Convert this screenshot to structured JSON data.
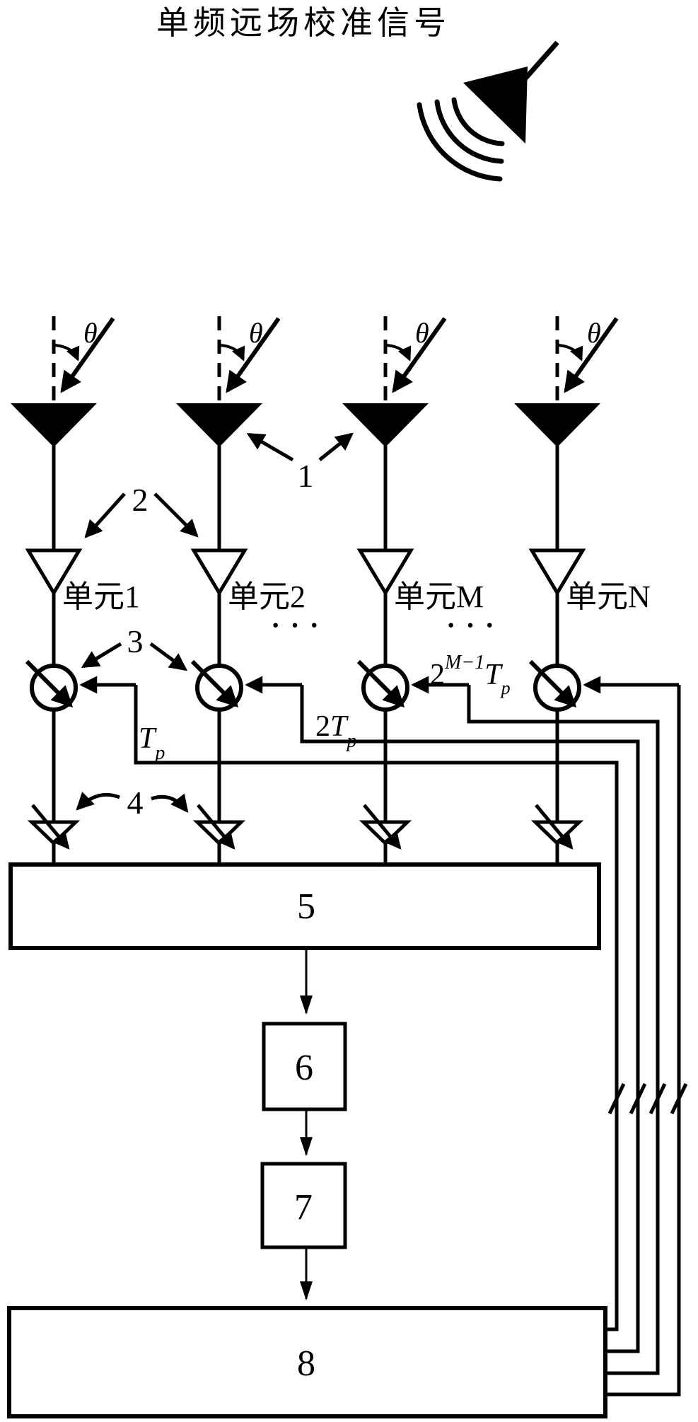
{
  "title": "单频远场校准信号",
  "labels": {
    "theta": "θ",
    "ellipsis": "···",
    "units": [
      "单元1",
      "单元2",
      "单元M",
      "单元N"
    ]
  },
  "callouts": {
    "antenna": "1",
    "amplifier": "2",
    "phase_shifter": "3",
    "attenuator": "4"
  },
  "blocks": {
    "combiner": "5",
    "block_6": "6",
    "block_7": "7",
    "processor": "8"
  },
  "delays": {
    "t1": {
      "main": "T",
      "sub": "p"
    },
    "t2": {
      "coef": "2",
      "main": "T",
      "sub": "p"
    },
    "t3": {
      "coef": "2",
      "exp": "M−1",
      "main": "T",
      "sub": "p"
    }
  },
  "colors": {
    "ink": "#000000",
    "background": "#ffffff"
  }
}
